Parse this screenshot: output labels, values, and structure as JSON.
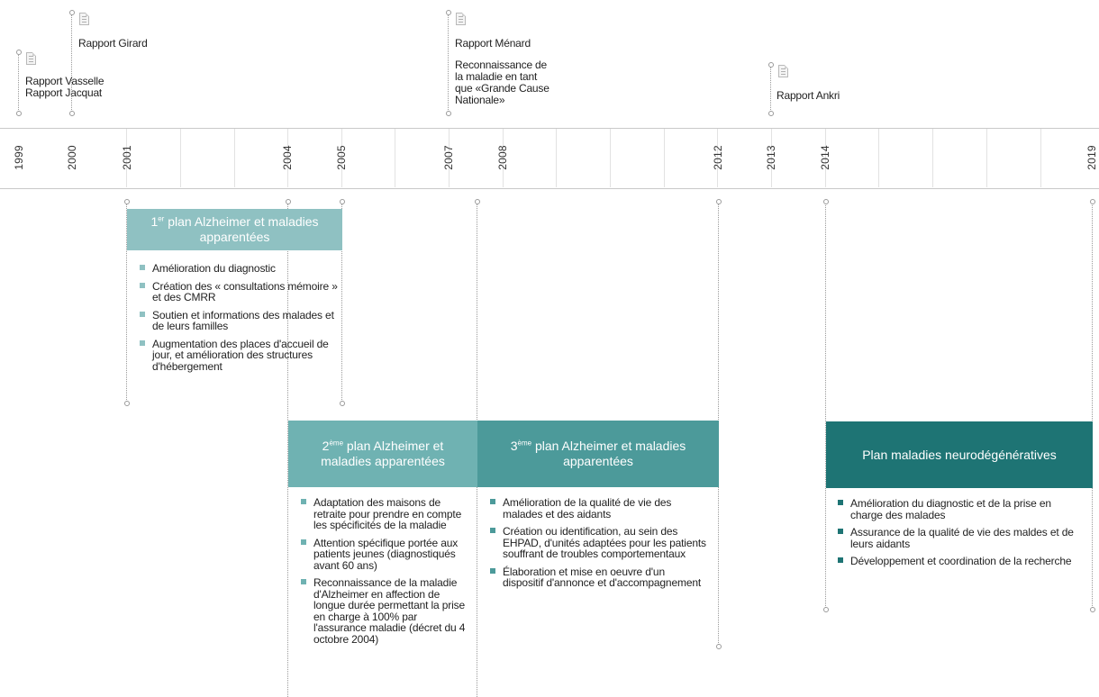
{
  "colors": {
    "plan1": "#8fc1c2",
    "plan2": "#6fb2b2",
    "plan3": "#4c9a9a",
    "plan4": "#1e7474",
    "bullet1": "#8fc1c2",
    "bullet2": "#6fb2b2",
    "bullet3": "#4c9a9a",
    "bullet4": "#1e7474"
  },
  "years": [
    "1999",
    "2000",
    "2001",
    "2004",
    "2005",
    "2007",
    "2008",
    "2012",
    "2013",
    "2014",
    "2019"
  ],
  "reports": [
    {
      "icon": "document-icon",
      "lines": [
        "Rapport Vasselle",
        "Rapport Jacquat"
      ]
    },
    {
      "icon": "document-icon",
      "lines": [
        "Rapport Girard"
      ]
    },
    {
      "icon": "document-icon",
      "lines": [
        "Rapport Ménard"
      ]
    },
    {
      "icon": "document-icon",
      "lines": [
        "Reconnaissance de",
        "la maladie en tant",
        "que «Grande Cause",
        "Nationale»"
      ]
    },
    {
      "icon": "document-icon",
      "lines": [
        "Rapport Ankri"
      ]
    }
  ],
  "plans": [
    {
      "title_sup": "er",
      "title_pre": "1",
      "title_rest_1": " plan Alzheimer et maladies",
      "title_rest_2": "apparentées",
      "items": [
        "Amélioration du diagnostic",
        "Création des « consultations mémoire » et des CMRR",
        "Soutien et informations des malades et de leurs familles",
        "Augmentation des places d'accueil de jour, et amélioration des structures d'hébergement"
      ]
    },
    {
      "title_pre": "2",
      "title_sup": "ème",
      "title_rest_1": " plan Alzheimer et",
      "title_rest_2": "maladies apparentées",
      "items": [
        "Adaptation des maisons de retraite pour prendre en compte les spécificités de la maladie",
        "Attention spécifique portée aux patients jeunes (diagnostiqués avant 60 ans)",
        "Reconnaissance de la maladie d'Alzheimer en affection de longue durée permettant la prise en charge à 100% par l'assurance maladie (décret du 4 octobre 2004)"
      ]
    },
    {
      "title_pre": "3",
      "title_sup": "ème",
      "title_rest_1": " plan Alzheimer et maladies",
      "title_rest_2": "apparentées",
      "items": [
        "Amélioration de la qualité de vie des malades et des aidants",
        "Création ou identification, au sein des EHPAD, d'unités adaptées pour les patients souffrant de troubles comportementaux",
        "Élaboration et mise en oeuvre d'un dispositif d'annonce et d'accompagnement"
      ]
    },
    {
      "title": "Plan maladies neurodégénératives",
      "items": [
        "Amélioration du diagnostic et de la prise en charge des malades",
        "Assurance de la qualité de vie des maldes et de leurs aidants",
        "Développement et coordination de la recherche"
      ]
    }
  ]
}
